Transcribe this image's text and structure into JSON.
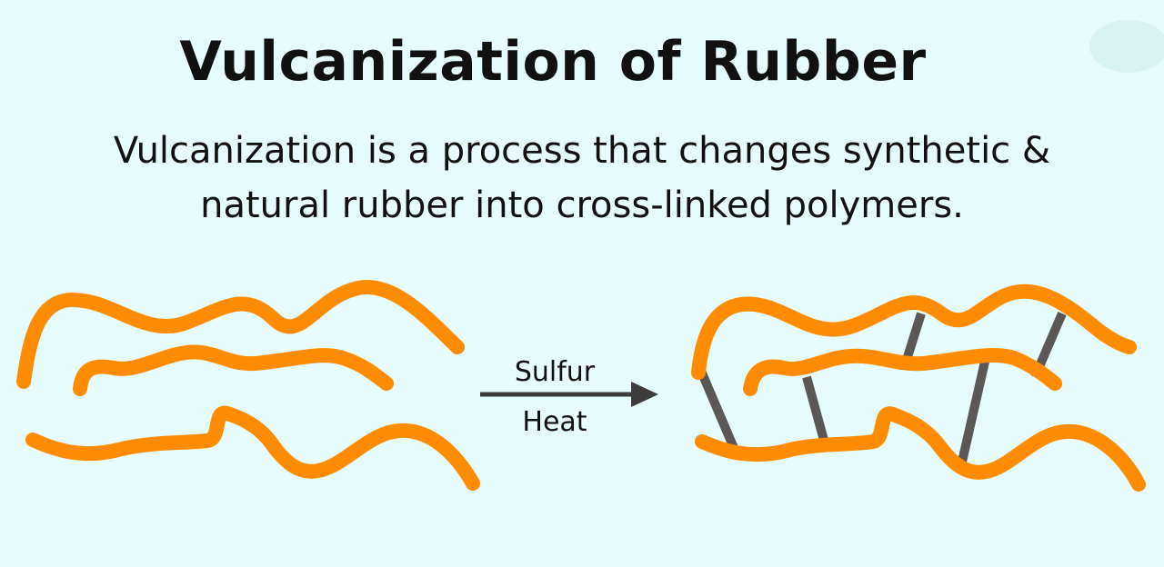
{
  "title": "Vulcanization of Rubber",
  "description": {
    "line1": "Vulcanization is a process that changes synthetic &",
    "line2": "natural rubber into cross-linked polymers."
  },
  "reaction": {
    "condition_top": "Sulfur",
    "condition_bottom": "Heat"
  },
  "colors": {
    "background": "#e6fbfb",
    "polymer_chain": "#ff8c00",
    "cross_link": "#5a5756",
    "arrow": "#3c3c3c",
    "text": "#111111"
  },
  "icons": {
    "arrow": "right-arrow-icon"
  }
}
